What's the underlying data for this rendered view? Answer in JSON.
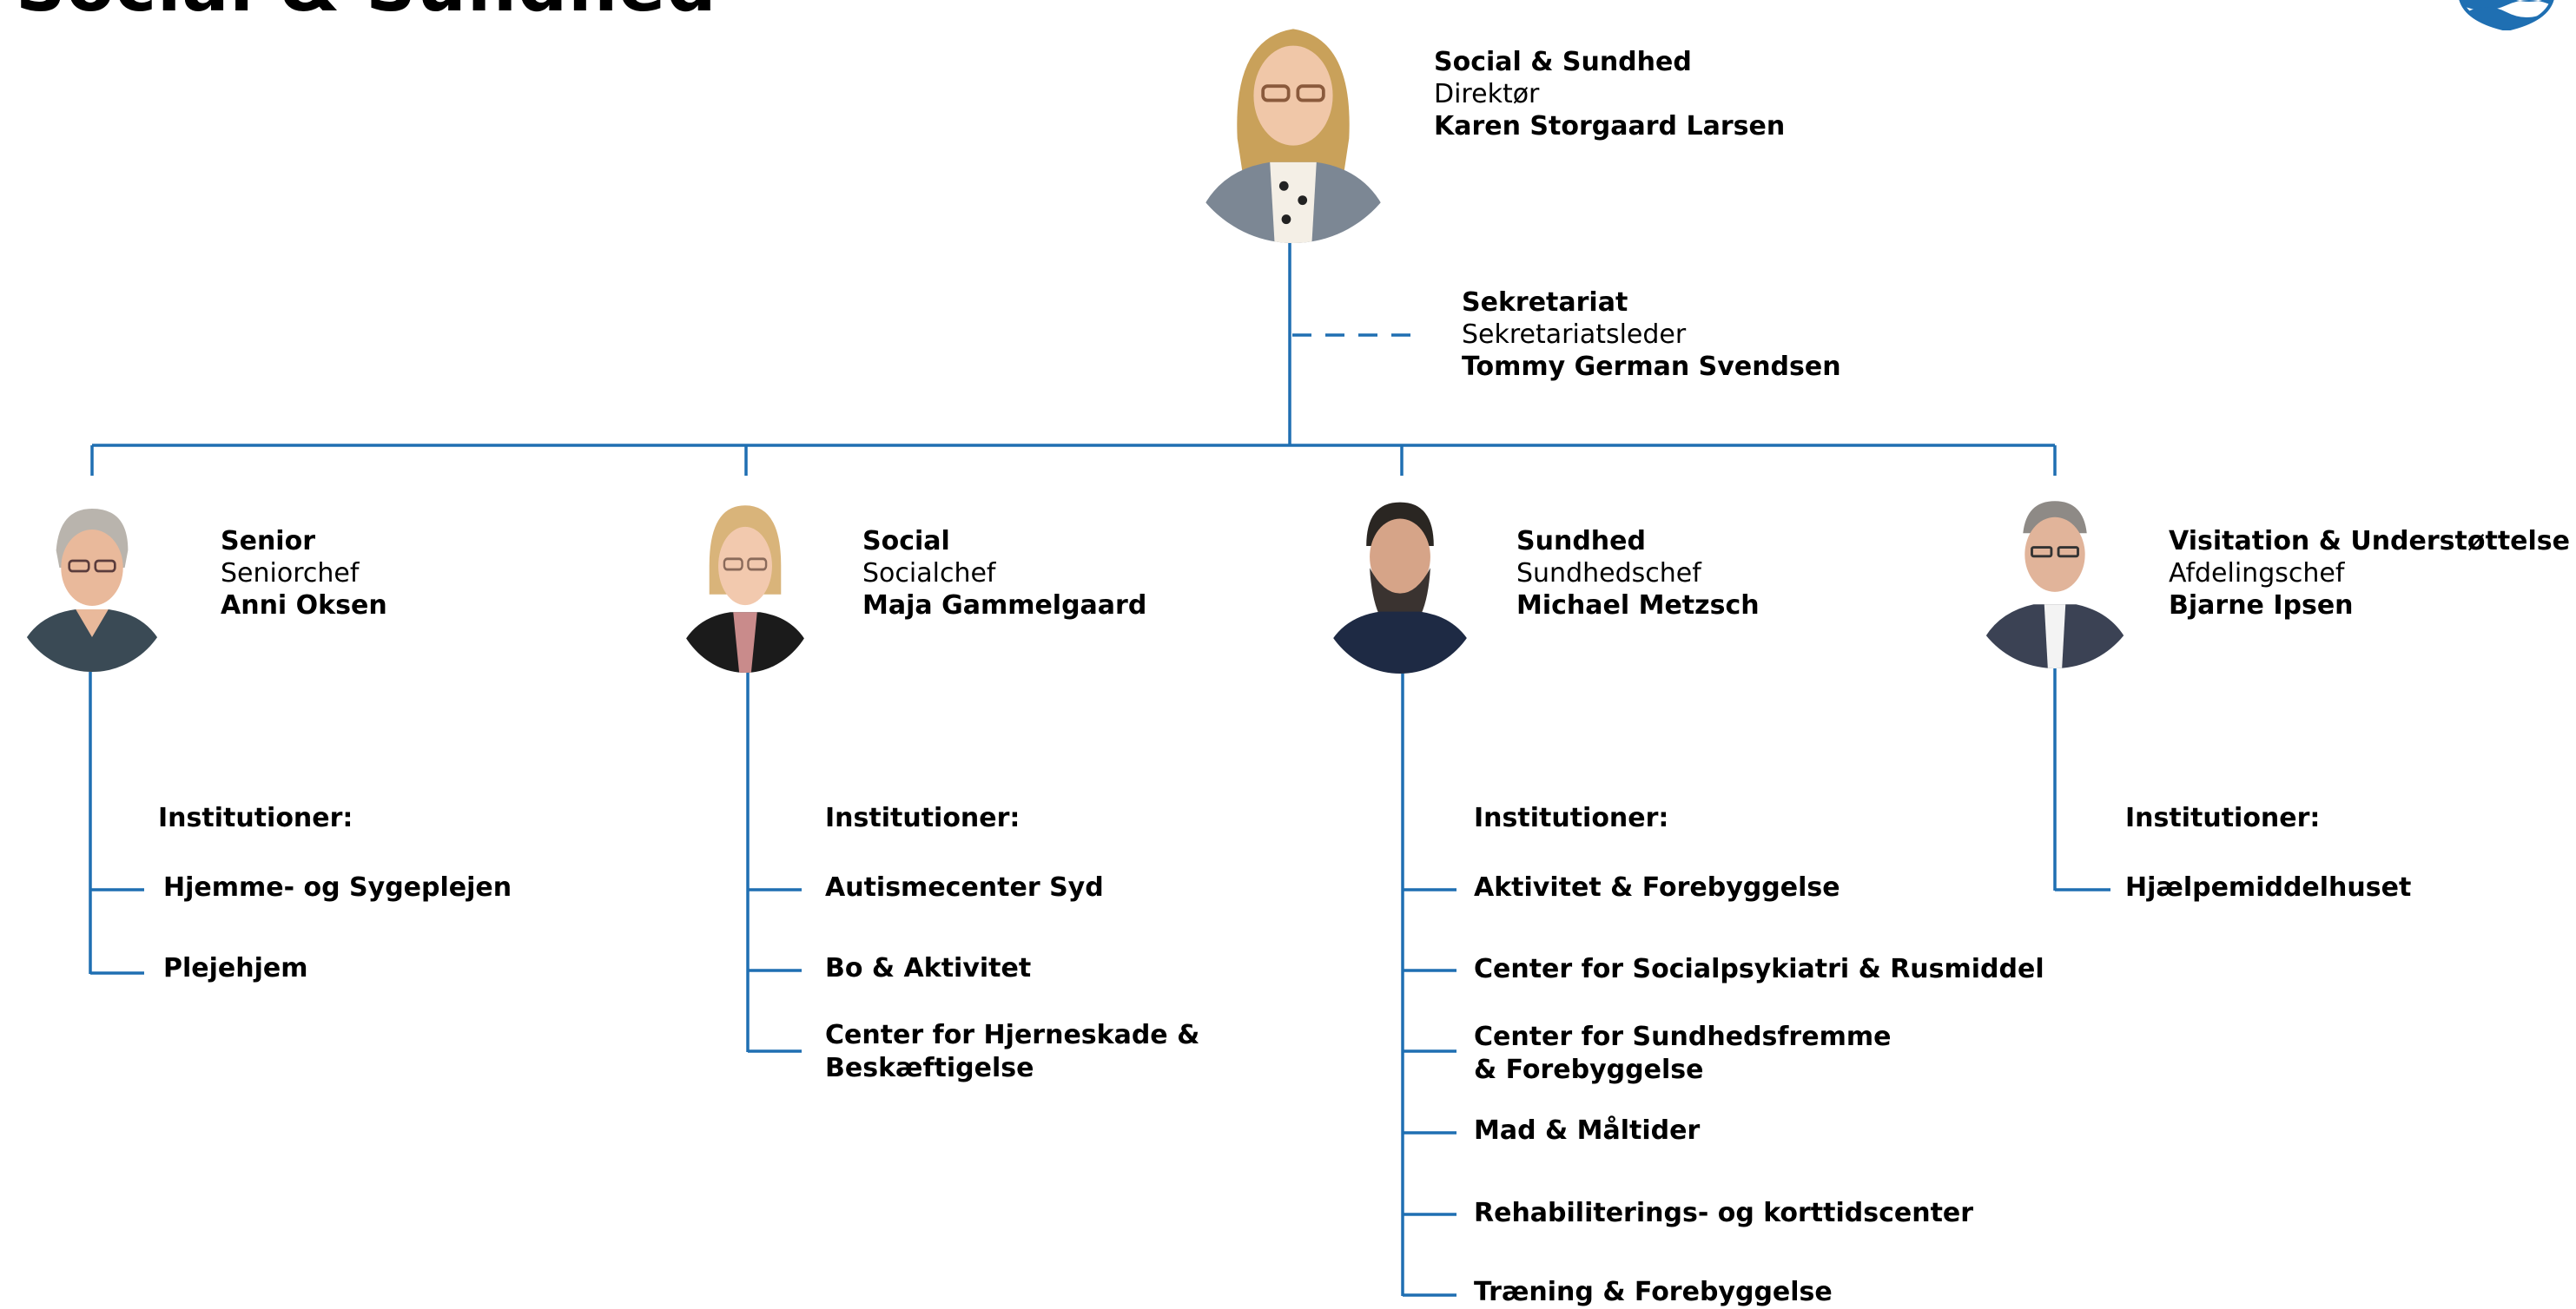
{
  "page": {
    "title": "Social & Sundhed"
  },
  "director": {
    "unit": "Social & Sundhed",
    "role": "Direktør",
    "name": "Karen Storgaard Larsen"
  },
  "secretariat": {
    "unit": "Sekretariat",
    "role": "Sekretariatsleder",
    "name": "Tommy German Svendsen"
  },
  "columns": [
    {
      "unit": "Senior",
      "role": "Seniorchef",
      "name": "Anni Oksen",
      "institutions_heading": "Institutioner:",
      "institutions": [
        "Hjemme- og Sygeplejen",
        "Plejehjem"
      ]
    },
    {
      "unit": "Social",
      "role": "Socialchef",
      "name": "Maja Gammelgaard",
      "institutions_heading": "Institutioner:",
      "institutions": [
        "Autismecenter Syd",
        "Bo & Aktivitet",
        "Center for Hjerneskade &",
        "Beskæftigelse"
      ]
    },
    {
      "unit": "Sundhed",
      "role": "Sundhedschef",
      "name": "Michael Metzsch",
      "institutions_heading": "Institutioner:",
      "institutions": [
        "Aktivitet & Forebyggelse",
        "Center for Socialpsykiatri & Rusmiddel",
        "Center for Sundhedsfremme",
        "& Forebyggelse",
        "Mad & Måltider",
        "Rehabiliterings- og korttidscenter",
        "Træning & Forebyggelse"
      ]
    },
    {
      "unit": "Visitation & Understøttelse",
      "role": "Afdelingschef",
      "name": "Bjarne Ipsen",
      "institutions_heading": "Institutioner:",
      "institutions": [
        "Hjælpemiddelhuset"
      ]
    }
  ],
  "colors": {
    "connector": "#1f6fb2",
    "logo": "#1f6fb2"
  }
}
